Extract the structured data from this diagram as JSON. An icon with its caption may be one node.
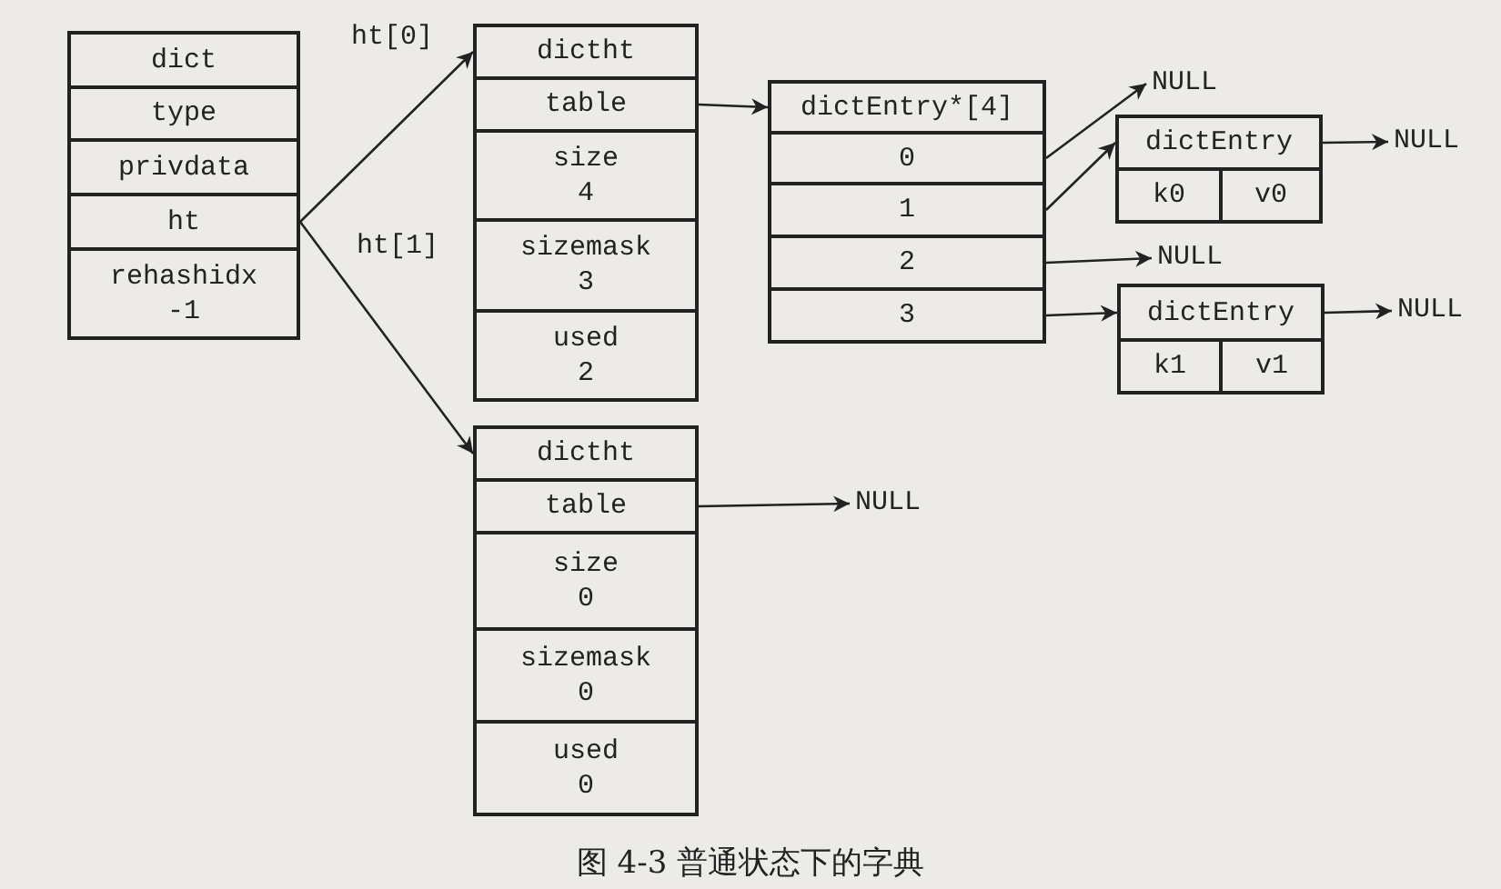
{
  "diagram": {
    "caption": "图 4-3 普通状态下的字典",
    "nodes": [
      {
        "text": [
          "dict"
        ]
      },
      {
        "text": [
          "type"
        ]
      },
      {
        "text": [
          "privdata"
        ]
      },
      {
        "text": [
          "ht"
        ]
      },
      {
        "text": [
          "rehashidx",
          "-1"
        ]
      },
      {
        "text": [
          "dictht"
        ]
      },
      {
        "text": [
          "table"
        ]
      },
      {
        "text": [
          "size",
          "4"
        ]
      },
      {
        "text": [
          "sizemask",
          "3"
        ]
      },
      {
        "text": [
          "used",
          "2"
        ]
      },
      {
        "text": [
          "dictEntry*[4]"
        ]
      },
      {
        "text": [
          "0"
        ]
      },
      {
        "text": [
          "1"
        ]
      },
      {
        "text": [
          "2"
        ]
      },
      {
        "text": [
          "3"
        ]
      },
      {
        "text": [
          "NULL"
        ]
      },
      {
        "text": [
          "dictEntry"
        ]
      },
      {
        "text": [
          "k0"
        ]
      },
      {
        "text": [
          "v0"
        ]
      },
      {
        "text": [
          "NULL"
        ]
      },
      {
        "text": [
          "NULL"
        ]
      },
      {
        "text": [
          "dictEntry"
        ]
      },
      {
        "text": [
          "k1"
        ]
      },
      {
        "text": [
          "v1"
        ]
      },
      {
        "text": [
          "NULL"
        ]
      },
      {
        "text": [
          "dictht"
        ]
      },
      {
        "text": [
          "table"
        ]
      },
      {
        "text": [
          "size",
          "0"
        ]
      },
      {
        "text": [
          "sizemask",
          "0"
        ]
      },
      {
        "text": [
          "used",
          "0"
        ]
      },
      {
        "text": [
          "NULL"
        ]
      }
    ],
    "edges": [
      {
        "from": 3,
        "to": 5,
        "arrow": "to",
        "label": "ht[0]"
      },
      {
        "from": 3,
        "to": 25,
        "arrow": "to",
        "label": "ht[1]"
      },
      {
        "from": 6,
        "to": 10,
        "arrow": "to"
      },
      {
        "from": 11,
        "to": 15,
        "arrow": "to"
      },
      {
        "from": 12,
        "to": 16,
        "arrow": "to"
      },
      {
        "from": 13,
        "to": 20,
        "arrow": "to"
      },
      {
        "from": 14,
        "to": 21,
        "arrow": "to"
      },
      {
        "from": 16,
        "to": 19,
        "arrow": "to"
      },
      {
        "from": 21,
        "to": 24,
        "arrow": "to"
      },
      {
        "from": 26,
        "to": 30,
        "arrow": "to"
      }
    ]
  }
}
